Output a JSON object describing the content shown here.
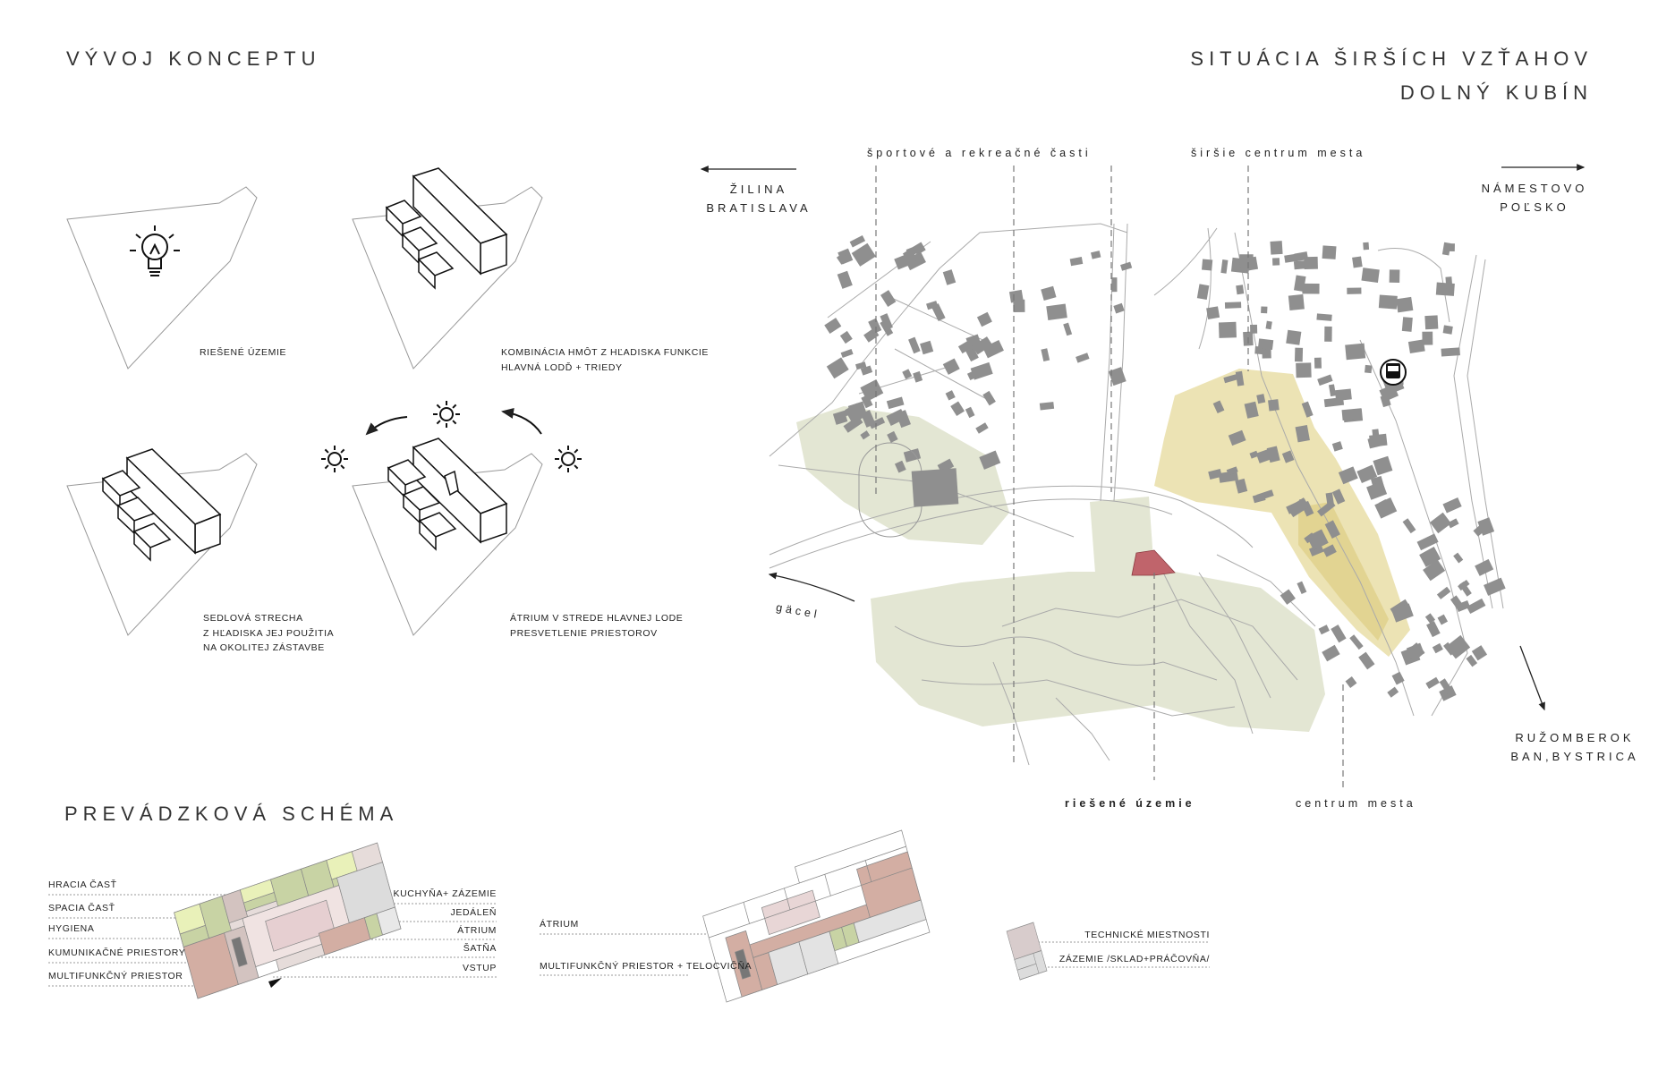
{
  "concept": {
    "title": "VÝVOJ KONCEPTU",
    "steps": [
      {
        "lines": [
          "RIEŠENÉ ÚZEMIE"
        ]
      },
      {
        "lines": [
          "KOMBINÁCIA HMÔT Z HĽADISKA FUNKCIE",
          "HLAVNÁ LODĎ + TRIEDY"
        ]
      },
      {
        "lines": [
          "SEDLOVÁ STRECHA",
          "Z HĽADISKA JEJ POUŽITIA",
          "NA OKOLITEJ ZÁSTAVBE"
        ]
      },
      {
        "lines": [
          "ÁTRIUM V STREDE HLAVNEJ LODE",
          "PRESVETLENIE PRIESTOROV"
        ]
      }
    ]
  },
  "situation": {
    "title_lines": [
      "SITUÁCIA ŠIRŠÍCH VZŤAHOV",
      "DOLNÝ KUBÍN"
    ],
    "directions": {
      "west": [
        "ŽILINA",
        "BRATISLAVA"
      ],
      "north": [
        "NÁMESTOVO",
        "POĽSKO"
      ],
      "south": [
        "RUŽOMBEROK",
        "BAN,BYSTRICA"
      ]
    },
    "zones": {
      "sport": "športové a rekreačné časti",
      "wider_center": "širšie centrum mesta",
      "site": "riešené územie",
      "center": "centrum mesta",
      "river": "gäcel"
    },
    "colors": {
      "green": "#e3e6d3",
      "yellow": "#ece3b4",
      "site": "#c0646b",
      "building": "#8f8f8f"
    }
  },
  "schema": {
    "title": "PREVÁDZKOVÁ SCHÉMA",
    "left_labels": [
      "HRACIA ČASŤ",
      "SPACIA ČASŤ",
      "HYGIENA",
      "KUMUNIKAČNÉ PRIESTORY",
      "MULTIFUNKČNÝ PRIESTOR"
    ],
    "right_labels": [
      "KUCHYŇA+ ZÁZEMIE",
      "JEDÁLEŇ",
      "ÁTRIUM",
      "ŠATŇA",
      "VSTUP"
    ],
    "middle_labels": [
      "ÁTRIUM",
      "MULTIFUNKČNÝ PRIESTOR + TELOCVIČŇA"
    ],
    "tech_labels": [
      "TECHNICKÉ MIESTNOSTI",
      "ZÁZEMIE /SKLAD+PRÁČOVŇA/"
    ]
  }
}
